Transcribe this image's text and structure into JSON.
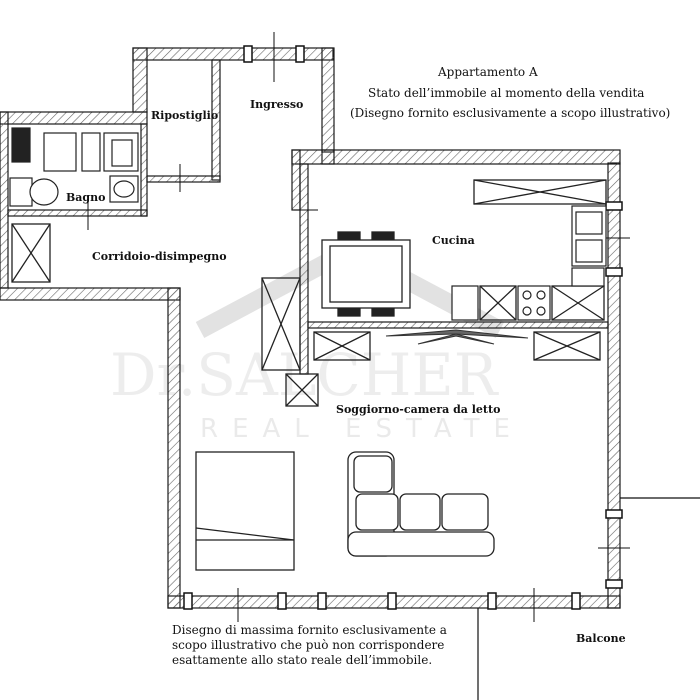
{
  "header": {
    "line1": "Appartamento A",
    "line2": "Stato dell’immobile al momento della vendita",
    "line3": "(Disegno fornito esclusivamente a scopo illustrativo)"
  },
  "rooms": {
    "ripostiglio": "Ripostiglio",
    "ingresso": "Ingresso",
    "bagno": "Bagno",
    "corridoio": "Corridoio-disimpegno",
    "cucina": "Cucina",
    "soggiorno": "Soggiorno-camera da letto",
    "balcone": "Balcone"
  },
  "footer_note": {
    "line1": "Disegno di massima fornito esclusivamente a",
    "line2": "scopo illustrativo che può non corrispondere",
    "line3": "esattamente allo stato reale dell’immobile."
  },
  "watermark": {
    "brand": "Dr.SALCHER",
    "tagline": "REAL ESTATE"
  },
  "colors": {
    "wall": "#1a1a1a",
    "hatch": "#555555",
    "watermark": "#d9d9d9"
  }
}
